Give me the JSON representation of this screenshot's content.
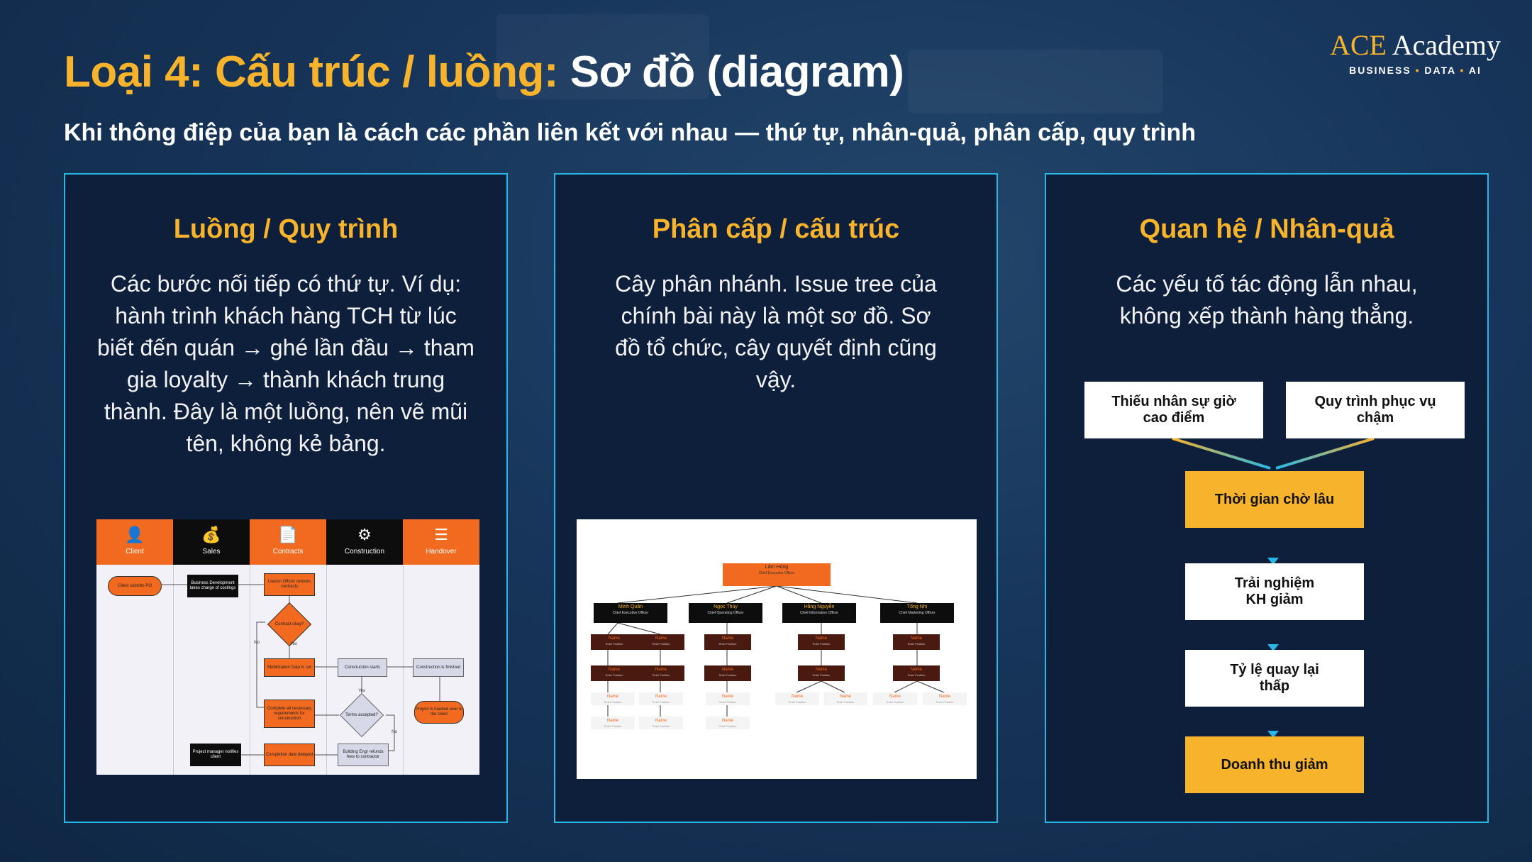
{
  "header": {
    "title_highlight": "Loại 4: Cấu trúc / luồng:",
    "title_rest": " Sơ đồ (diagram)",
    "subtitle": "Khi thông điệp của bạn là cách các phần liên kết với nhau — thứ tự, nhân-quả, phân cấp, quy trình"
  },
  "brand": {
    "ace": "ACE",
    "academy": " Academy",
    "tag1": "BUSINESS",
    "tag2": "DATA",
    "tag3": "AI",
    "dot": "•"
  },
  "panels": [
    {
      "title": "Luồng / Quy trình",
      "desc": "Các bước nối tiếp có thứ tự. Ví dụ: hành trình khách hàng TCH từ lúc biết đến quán → ghé lần đầu → tham gia loyalty → thành khách trung thành. Đây là một luồng, nên vẽ mũi tên, không kẻ bảng."
    },
    {
      "title": "Phân cấp / cấu trúc",
      "desc": "Cây phân nhánh. Issue tree của chính bài này là một sơ đồ. Sơ đồ tổ chức, cây quyết định cũng vậy."
    },
    {
      "title": "Quan hệ / Nhân-quả",
      "desc": "Các yếu tố tác động lẫn nhau, không xếp thành hàng thẳng."
    }
  ],
  "swimlane": {
    "lanes": [
      "Client",
      "Sales",
      "Contracts",
      "Construction",
      "Handover"
    ],
    "nodes": {
      "client_submits": "Client submits PO",
      "bizdev": "Business Development takes charge of costings",
      "liaison": "Liaison Officer reviews contracts",
      "contract_okay": "Contract okay?",
      "no1": "No",
      "yes1": "Yes",
      "mobilization": "Mobilization Data is set",
      "construction_starts": "Construction starts",
      "construction_finished": "Construction is finished",
      "complete_reqs": "Complete all necessary requirements for construction",
      "terms": "Terms accepted?",
      "yes2": "Yes",
      "no2": "No",
      "project_handed": "Project is handed over to the client",
      "pm_notifies": "Project manager notifies client",
      "completion": "Completion date delayed",
      "building_engr": "Building Engr refunds fees to contractor"
    }
  },
  "org": {
    "ceo": {
      "name": "Lâm Hùng",
      "role": "Chief Executive Officer"
    },
    "leads": [
      {
        "name": "Minh Quân",
        "role": "Chief Executive Officer"
      },
      {
        "name": "Ngọc Thủy",
        "role": "Chief Operating Officer"
      },
      {
        "name": "Hằng Nguyễn",
        "role": "Chief Information Officer"
      },
      {
        "name": "Tống Nhi",
        "role": "Chief Marketing Officer"
      }
    ],
    "placeholder_name": "Name",
    "placeholder_role": "Role/ Position"
  },
  "causal": {
    "cause_a": "Thiếu nhân sự giờ cao điểm",
    "cause_b": "Quy trình phục vụ chậm",
    "step1": "Thời gian chờ lâu",
    "step2": "Trải nghiệm KH giảm",
    "step3": "Tỷ lệ quay lại thấp",
    "step4": "Doanh thu giảm"
  },
  "colors": {
    "accent": "#f7b32b",
    "border_blue": "#29b8e6",
    "orange": "#f26a1f",
    "panel_bg": "#0e1f3b"
  }
}
